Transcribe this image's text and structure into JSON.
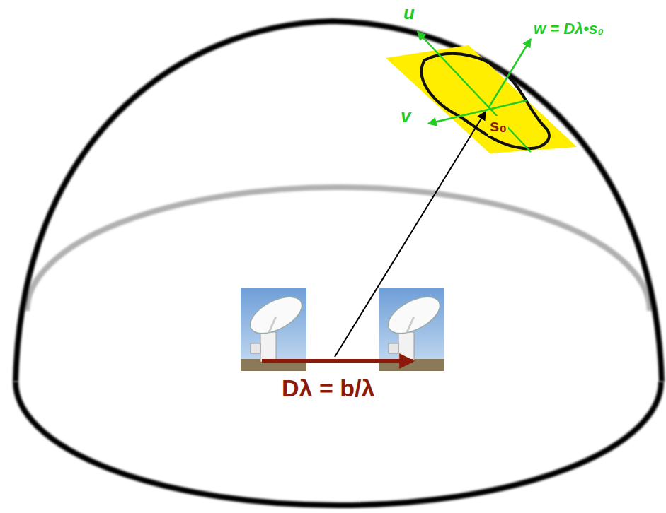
{
  "diagram": {
    "labels": [
      "u",
      "w = Dλ•s₀",
      "v",
      "s₀",
      "Dλ = b/λ"
    ]
  }
}
